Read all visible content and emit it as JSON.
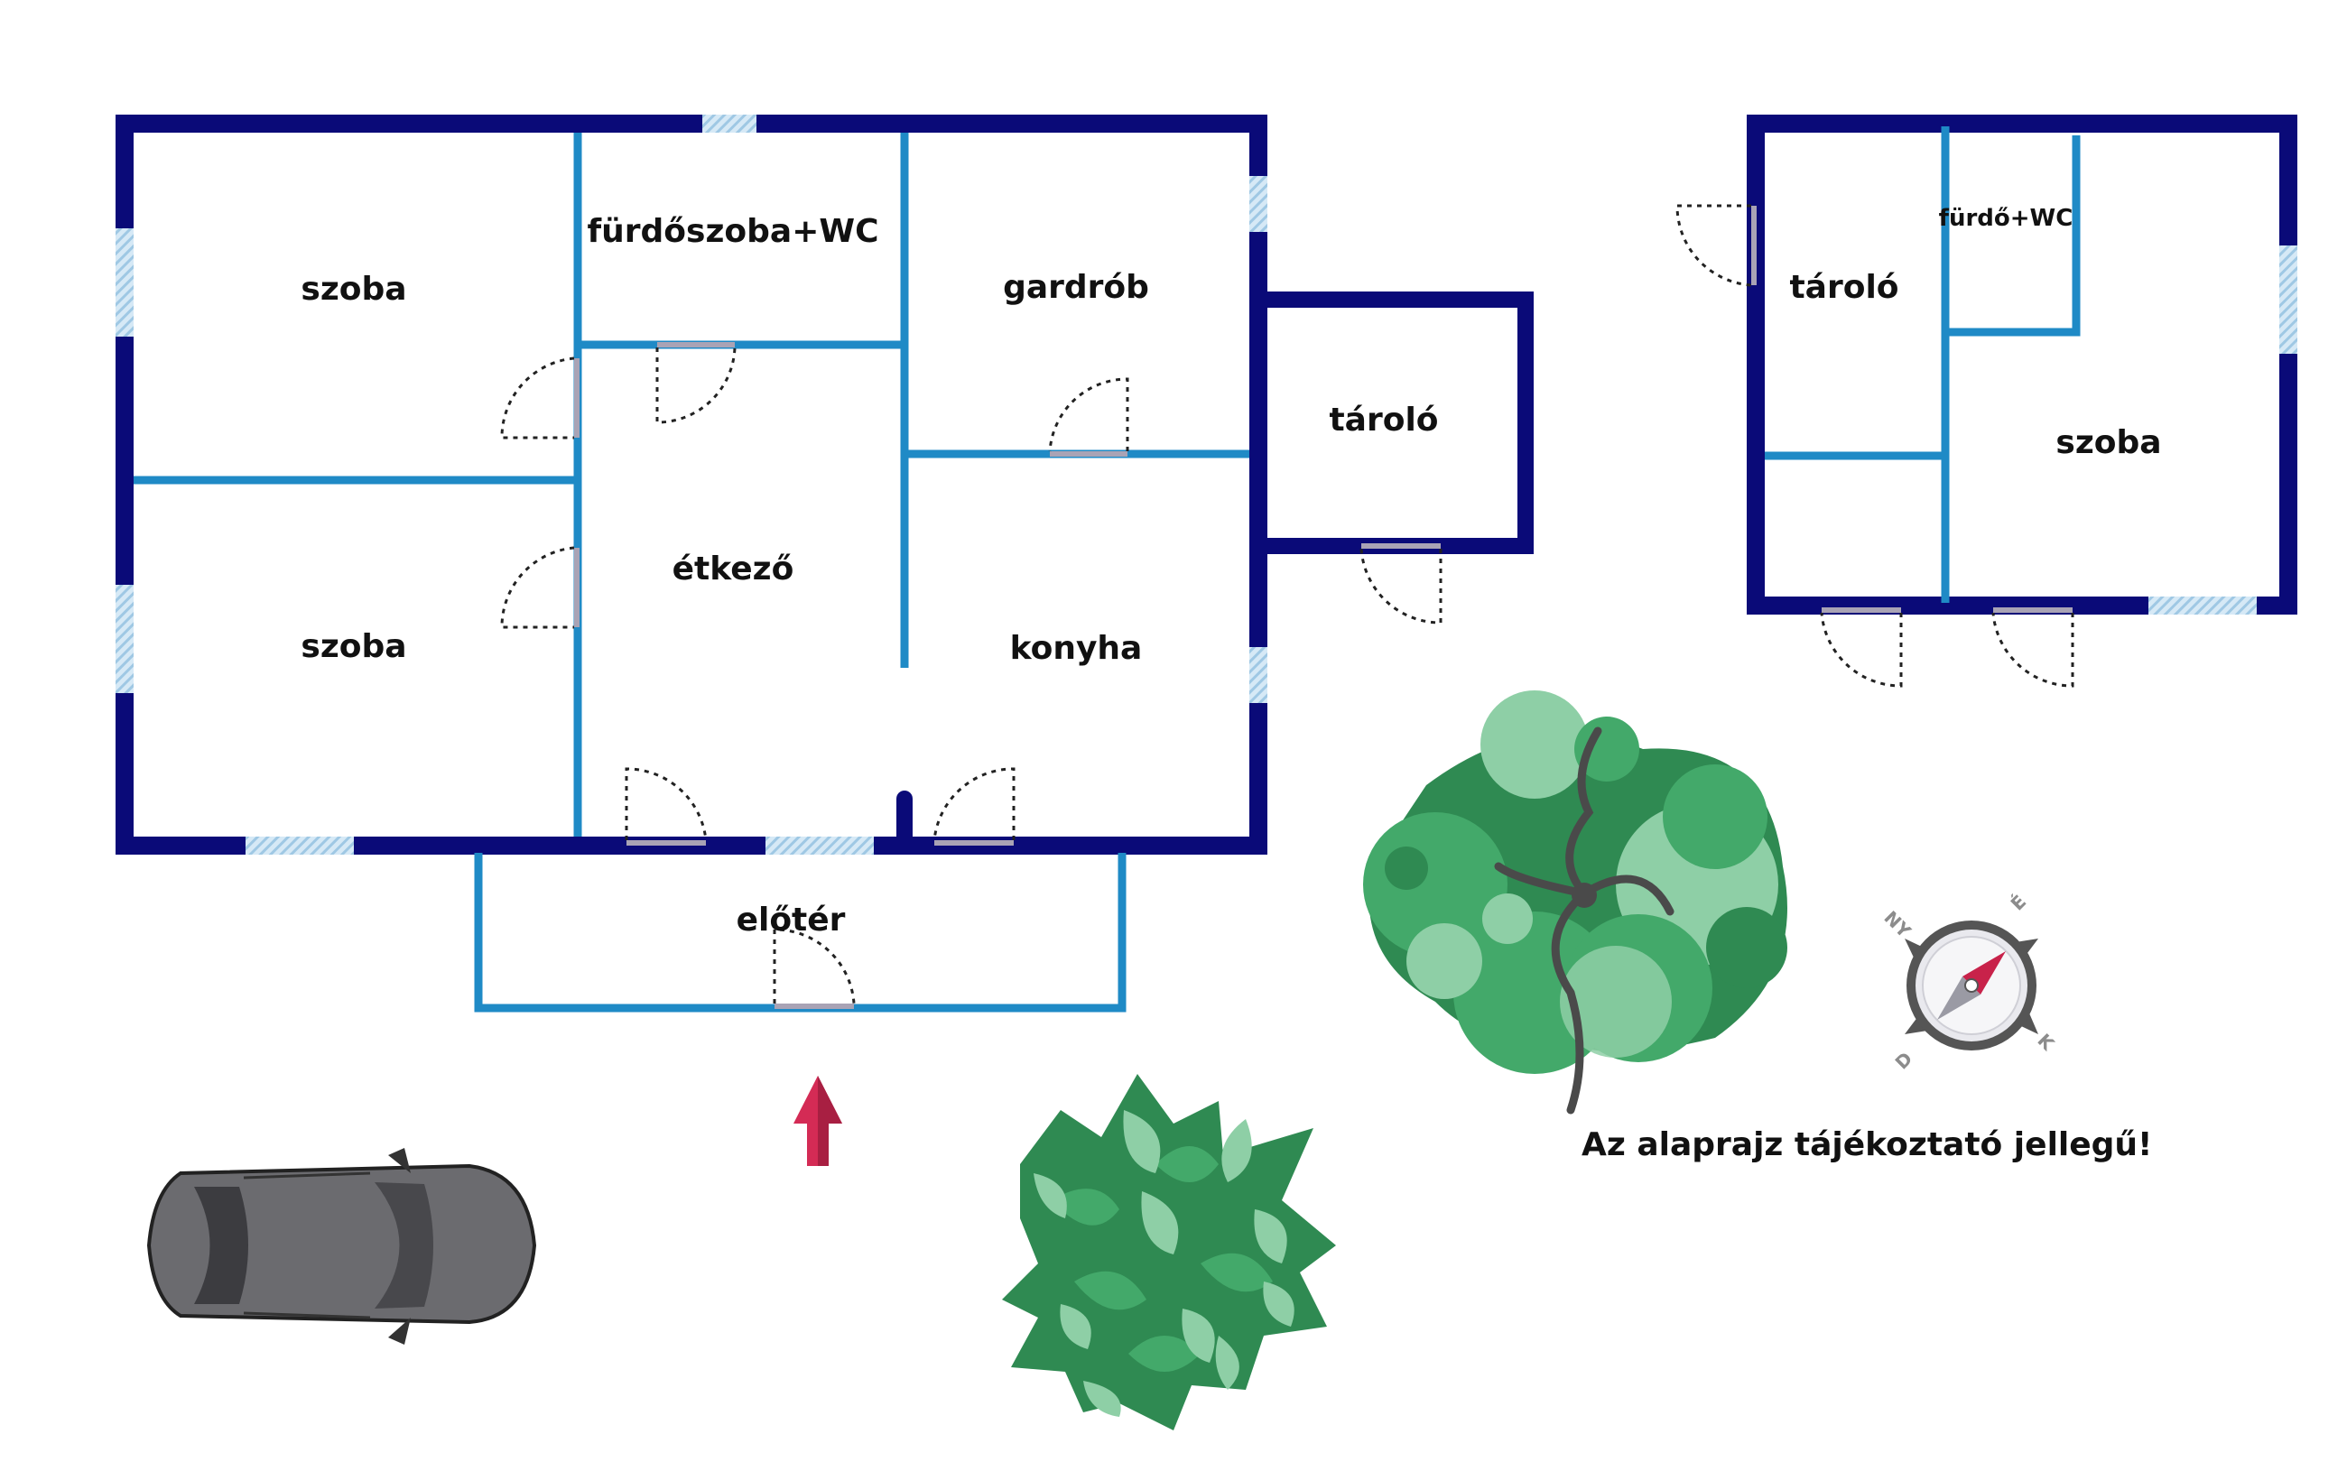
{
  "colors": {
    "outer_wall": "#0a0a78",
    "inner_wall": "#1f8ac6",
    "window": "#9fc8e4",
    "door_sill": "#a9a3b5",
    "arrow": "#d42b55",
    "car": "#6b6b6f",
    "tree_dark": "#2f8a52",
    "tree_mid": "#43a96a",
    "tree_light": "#8ecfa6"
  },
  "rooms": {
    "main_room_1": "szoba",
    "main_room_2": "szoba",
    "bathroom": "fürdőszoba+WC",
    "wardrobe": "gardrób",
    "dining": "étkező",
    "kitchen": "konyha",
    "storage_attached": "tároló",
    "entry": "előtér",
    "annex_storage": "tároló",
    "annex_bathroom": "fürdő+WC",
    "annex_room": "szoba"
  },
  "compass": {
    "north_west": "NY",
    "east": "É",
    "west": "D",
    "south": "K"
  },
  "note": "Az alaprajz tájékoztató jellegű!",
  "icons": [
    "car-icon",
    "entrance-arrow-icon",
    "tree-icon",
    "bush-icon",
    "compass-icon",
    "door-icon",
    "window-icon"
  ]
}
